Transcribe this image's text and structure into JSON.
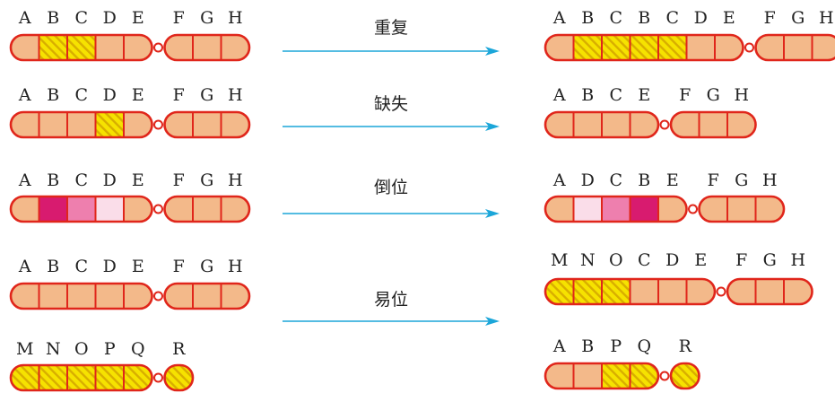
{
  "colors": {
    "seg_normal": "#F3B98A",
    "seg_outline": "#E0261B",
    "seg_hatch_bg": "#F6E200",
    "seg_hatch_line": "#D8AE00",
    "seg_magenta": "#D81B6F",
    "seg_pink": "#EE7FAE",
    "seg_lightpink": "#FADDE9",
    "arrow": "#1BA6D9",
    "centromere": "#FFFFFF"
  },
  "rows": [
    {
      "mutation": "重复",
      "before": [
        {
          "gene_labels": [
            "A",
            "B",
            "C",
            "D",
            "E",
            "F",
            "G",
            "H"
          ],
          "arms": [
            [
              "normal",
              "hatch",
              "hatch",
              "normal",
              "normal"
            ],
            [
              "normal",
              "normal",
              "normal"
            ]
          ]
        }
      ],
      "after": [
        {
          "gene_labels": [
            "A",
            "B",
            "C",
            "B",
            "C",
            "D",
            "E",
            "F",
            "G",
            "H"
          ],
          "arms": [
            [
              "normal",
              "hatch",
              "hatch",
              "hatch",
              "hatch",
              "normal",
              "normal"
            ],
            [
              "normal",
              "normal",
              "normal"
            ]
          ]
        }
      ]
    },
    {
      "mutation": "缺失",
      "before": [
        {
          "gene_labels": [
            "A",
            "B",
            "C",
            "D",
            "E",
            "F",
            "G",
            "H"
          ],
          "arms": [
            [
              "normal",
              "normal",
              "normal",
              "hatch",
              "normal"
            ],
            [
              "normal",
              "normal",
              "normal"
            ]
          ]
        }
      ],
      "after": [
        {
          "gene_labels": [
            "A",
            "B",
            "C",
            "E",
            "F",
            "G",
            "H"
          ],
          "arms": [
            [
              "normal",
              "normal",
              "normal",
              "normal"
            ],
            [
              "normal",
              "normal",
              "normal"
            ]
          ]
        }
      ]
    },
    {
      "mutation": "倒位",
      "before": [
        {
          "gene_labels": [
            "A",
            "B",
            "C",
            "D",
            "E",
            "F",
            "G",
            "H"
          ],
          "arms": [
            [
              "normal",
              "magenta",
              "pink",
              "lightpink",
              "normal"
            ],
            [
              "normal",
              "normal",
              "normal"
            ]
          ]
        }
      ],
      "after": [
        {
          "gene_labels": [
            "A",
            "D",
            "C",
            "B",
            "E",
            "F",
            "G",
            "H"
          ],
          "arms": [
            [
              "normal",
              "lightpink",
              "pink",
              "magenta",
              "normal"
            ],
            [
              "normal",
              "normal",
              "normal"
            ]
          ]
        }
      ]
    },
    {
      "mutation": "易位",
      "before": [
        {
          "gene_labels": [
            "A",
            "B",
            "C",
            "D",
            "E",
            "F",
            "G",
            "H"
          ],
          "arms": [
            [
              "normal",
              "normal",
              "normal",
              "normal",
              "normal"
            ],
            [
              "normal",
              "normal",
              "normal"
            ]
          ]
        },
        {
          "gene_labels": [
            "M",
            "N",
            "O",
            "P",
            "Q",
            "R"
          ],
          "arms": [
            [
              "hatch",
              "hatch",
              "hatch",
              "hatch",
              "hatch"
            ],
            [
              "hatch"
            ]
          ]
        }
      ],
      "after": [
        {
          "gene_labels": [
            "M",
            "N",
            "O",
            "C",
            "D",
            "E",
            "F",
            "G",
            "H"
          ],
          "arms": [
            [
              "hatch",
              "hatch",
              "hatch",
              "normal",
              "normal",
              "normal"
            ],
            [
              "normal",
              "normal",
              "normal"
            ]
          ]
        },
        {
          "gene_labels": [
            "A",
            "B",
            "P",
            "Q",
            "R"
          ],
          "arms": [
            [
              "normal",
              "normal",
              "hatch",
              "hatch"
            ],
            [
              "hatch"
            ]
          ]
        }
      ]
    }
  ]
}
